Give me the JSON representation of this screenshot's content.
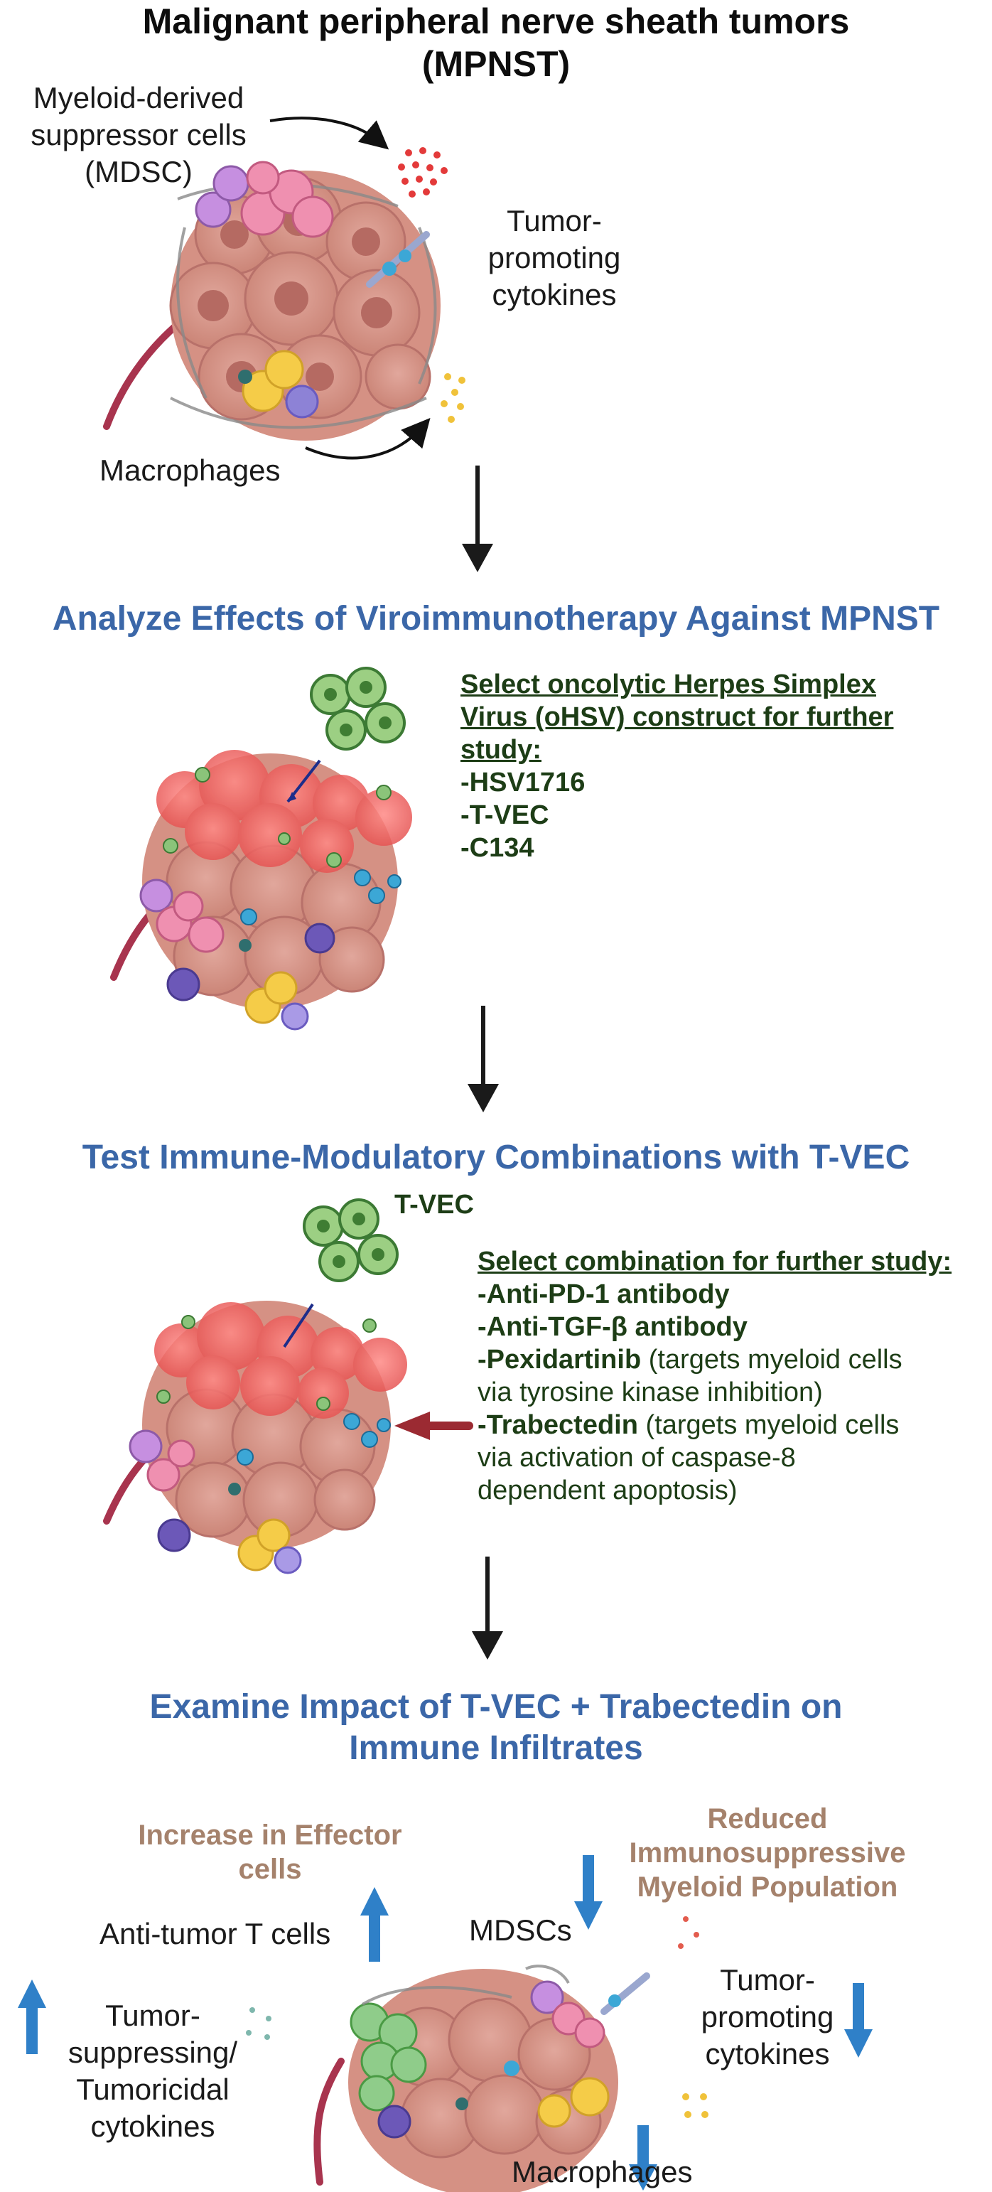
{
  "panel1": {
    "title_line1": "Malignant peripheral nerve sheath tumors",
    "title_line2": "(MPNST)",
    "mdsc_label_lines": [
      "Myeloid-derived",
      "suppressor cells",
      "(MDSC)"
    ],
    "cytokine_label_lines": [
      "Tumor-",
      "promoting",
      "cytokines"
    ],
    "macrophage_label": "Macrophages"
  },
  "panel2": {
    "title": "Analyze Effects of Viroimmunotherapy Against MPNST",
    "heading_lines": [
      "Select oncolytic Herpes Simplex",
      "Virus (oHSV) construct for further",
      "study:"
    ],
    "items": [
      "-HSV1716",
      "-T-VEC",
      "-C134"
    ]
  },
  "panel3": {
    "title": "Test Immune-Modulatory Combinations with T-VEC",
    "virus_label": "T-VEC",
    "heading": "Select combination for further study:",
    "items": [
      {
        "bold": "-Anti-PD-1 antibody",
        "rest": ""
      },
      {
        "bold": "-Anti-TGF-β antibody",
        "rest": ""
      },
      {
        "bold": "-Pexidartinib",
        "rest": " (targets myeloid cells"
      },
      {
        "bold": "",
        "rest": "via tyrosine kinase inhibition)"
      },
      {
        "bold": "-Trabectedin",
        "rest": " (targets myeloid cells"
      },
      {
        "bold": "",
        "rest": "via activation of caspase-8"
      },
      {
        "bold": "",
        "rest": "dependent apoptosis)"
      }
    ]
  },
  "panel4": {
    "title_line1": "Examine Impact of T-VEC + Trabectedin on",
    "title_line2": "Immune Infiltrates",
    "increase_lines": [
      "Increase in Effector",
      "cells"
    ],
    "reduced_lines": [
      "Reduced",
      "Immunosuppressive",
      "Myeloid Population"
    ],
    "t_cells_label": "Anti-tumor T cells",
    "mdscs_label": "MDSCs",
    "suppressing_lines": [
      "Tumor-",
      "suppressing/",
      "Tumoricidal",
      "cytokines"
    ],
    "promoting_lines": [
      "Tumor-",
      "promoting",
      "cytokines"
    ],
    "macrophages_label": "Macrophages"
  },
  "colors": {
    "title_blue": "#3b67a8",
    "list_green": "#1d3d16",
    "tan_text": "#a5826c",
    "arrow_blue": "#2f80c8",
    "inhibit_red": "#9b2a32"
  }
}
